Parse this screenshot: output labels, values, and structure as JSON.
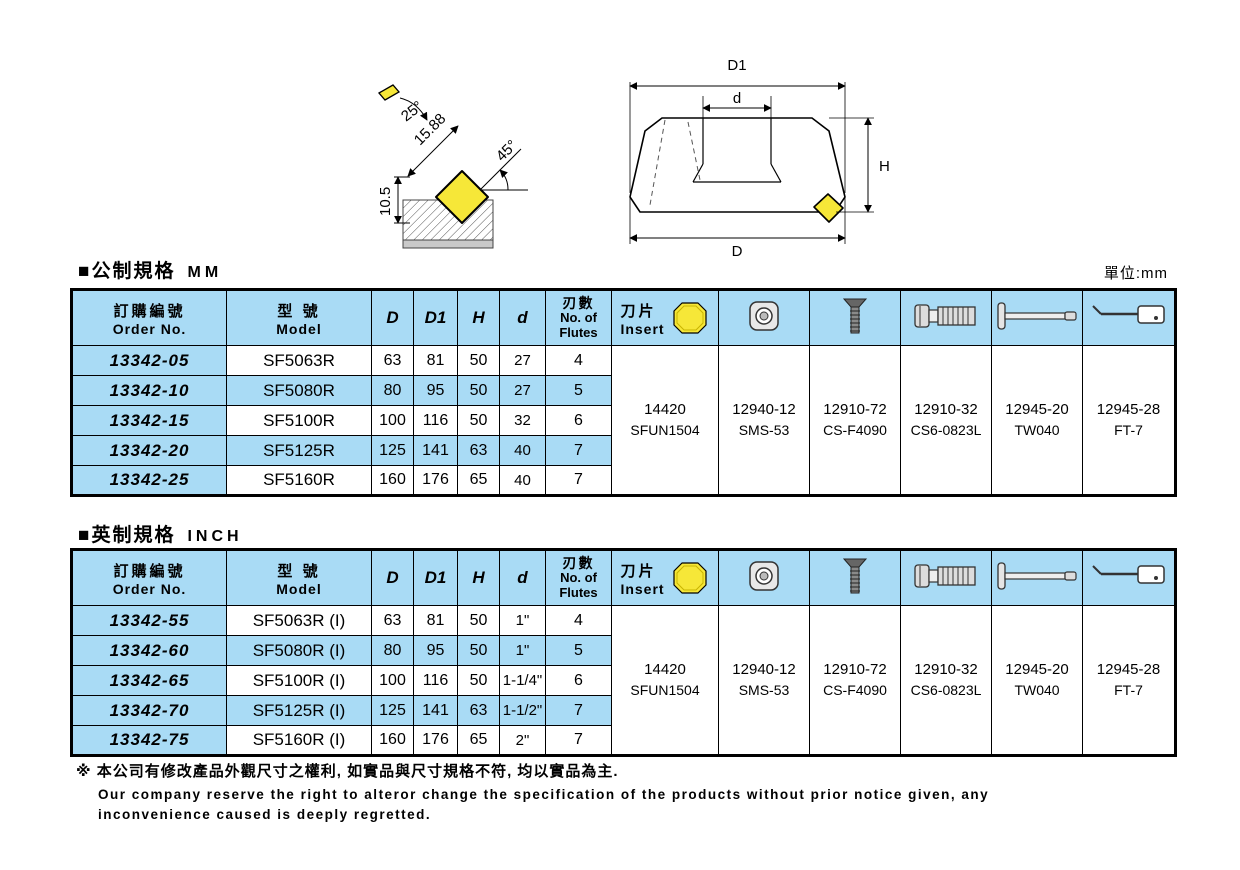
{
  "page": {
    "unit_label": "單位:mm"
  },
  "drawing_left": {
    "angle_top": "25°",
    "dim_diagonal": "15.88",
    "angle_side": "45°",
    "dim_height": "10.5"
  },
  "drawing_right": {
    "dim_d1": "D1",
    "dim_d_small": "d",
    "dim_h": "H",
    "dim_d": "D"
  },
  "tables": {
    "headers": {
      "order_zh": "訂購編號",
      "order_en": "Order No.",
      "model_zh": "型 號",
      "model_en": "Model",
      "d": "D",
      "d1": "D1",
      "h": "H",
      "d_small": "d",
      "flutes_zh": "刃數",
      "flutes_en1": "No. of",
      "flutes_en2": "Flutes",
      "insert_zh": "刀片",
      "insert_en": "Insert"
    },
    "metric": {
      "title_zh": "■公制規格",
      "title_en": "MM",
      "rows": [
        {
          "order": "13342-05",
          "model": "SF5063R",
          "d": "63",
          "d1": "81",
          "h": "50",
          "ds": "27",
          "flutes": "4"
        },
        {
          "order": "13342-10",
          "model": "SF5080R",
          "d": "80",
          "d1": "95",
          "h": "50",
          "ds": "27",
          "flutes": "5"
        },
        {
          "order": "13342-15",
          "model": "SF5100R",
          "d": "100",
          "d1": "116",
          "h": "50",
          "ds": "32",
          "flutes": "6"
        },
        {
          "order": "13342-20",
          "model": "SF5125R",
          "d": "125",
          "d1": "141",
          "h": "63",
          "ds": "40",
          "flutes": "7"
        },
        {
          "order": "13342-25",
          "model": "SF5160R",
          "d": "160",
          "d1": "176",
          "h": "65",
          "ds": "40",
          "flutes": "7"
        }
      ]
    },
    "inch": {
      "title_zh": "■英制規格",
      "title_en": "INCH",
      "rows": [
        {
          "order": "13342-55",
          "model": "SF5063R (I)",
          "d": "63",
          "d1": "81",
          "h": "50",
          "ds": "1\"",
          "flutes": "4"
        },
        {
          "order": "13342-60",
          "model": "SF5080R (I)",
          "d": "80",
          "d1": "95",
          "h": "50",
          "ds": "1\"",
          "flutes": "5"
        },
        {
          "order": "13342-65",
          "model": "SF5100R (I)",
          "d": "100",
          "d1": "116",
          "h": "50",
          "ds": "1-1/4\"",
          "flutes": "6"
        },
        {
          "order": "13342-70",
          "model": "SF5125R (I)",
          "d": "125",
          "d1": "141",
          "h": "63",
          "ds": "1-1/2\"",
          "flutes": "7"
        },
        {
          "order": "13342-75",
          "model": "SF5160R (I)",
          "d": "160",
          "d1": "176",
          "h": "65",
          "ds": "2\"",
          "flutes": "7"
        }
      ]
    },
    "accessories": {
      "insert": {
        "code": "14420",
        "name": "SFUN1504"
      },
      "shim": {
        "code": "12940-12",
        "name": "SMS-53"
      },
      "screw": {
        "code": "12910-72",
        "name": "CS-F4090"
      },
      "clamp_screw": {
        "code": "12910-32",
        "name": "CS6-0823L"
      },
      "wrench": {
        "code": "12945-20",
        "name": "TW040"
      },
      "driver": {
        "code": "12945-28",
        "name": "FT-7"
      }
    }
  },
  "footer": {
    "line_zh": "※ 本公司有修改產品外觀尺寸之權利, 如實品與尺寸規格不符, 均以實品為主.",
    "line_en1": "Our company reserve the right to alteror change the specification of the products without prior notice given, any",
    "line_en2": "inconvenience caused is deeply regretted."
  }
}
